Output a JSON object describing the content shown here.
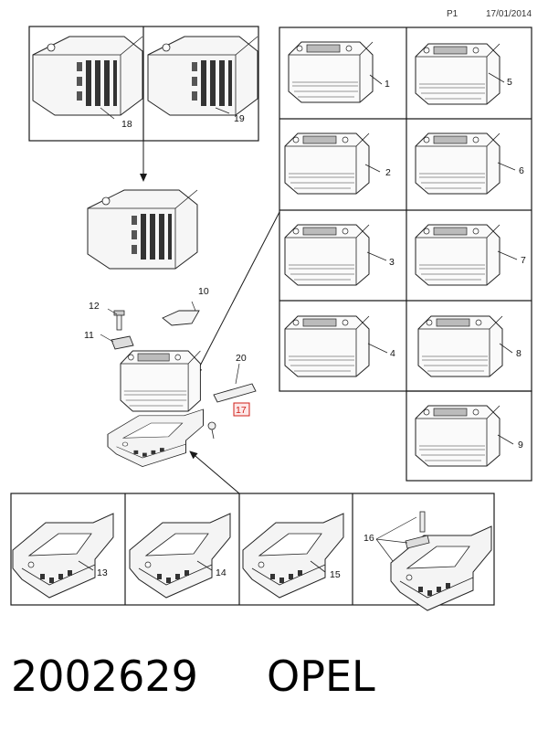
{
  "header": {
    "page": "P1",
    "date": "17/01/2014"
  },
  "footer": {
    "part_number": "2002629",
    "brand": "OPEL"
  },
  "callouts": {
    "c1": "1",
    "c2": "2",
    "c3": "3",
    "c4": "4",
    "c5": "5",
    "c6": "6",
    "c7": "7",
    "c8": "8",
    "c9": "9",
    "c10": "10",
    "c11": "11",
    "c12": "12",
    "c13": "13",
    "c14": "14",
    "c15": "15",
    "c16": "16",
    "c17": "17",
    "c18": "18",
    "c19": "19",
    "c20": "20"
  },
  "colors": {
    "line": "#1a1a1a",
    "highlight_box": "#d0201a",
    "fill": "#f2f2f2"
  }
}
